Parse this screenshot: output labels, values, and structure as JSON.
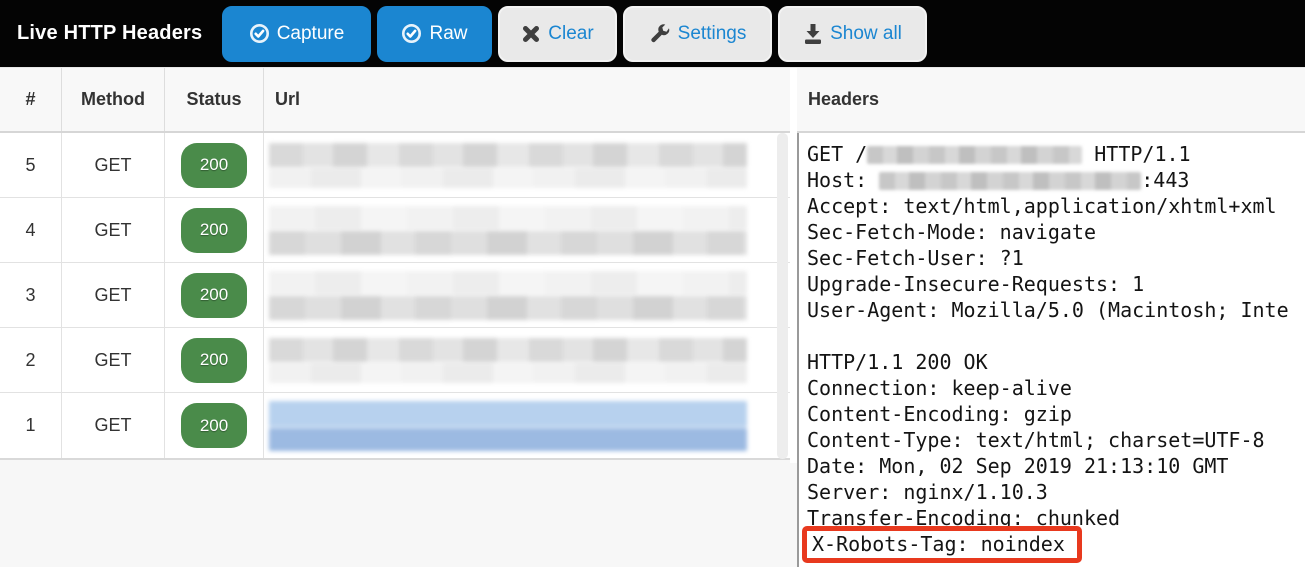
{
  "app": {
    "title": "Live HTTP Headers"
  },
  "toolbar": {
    "buttons": [
      {
        "id": "capture",
        "label": "Capture",
        "style": "primary",
        "icon": "check-circle-icon",
        "active": true
      },
      {
        "id": "raw",
        "label": "Raw",
        "style": "primary",
        "icon": "check-circle-icon",
        "active": true
      },
      {
        "id": "clear",
        "label": "Clear",
        "style": "secondary",
        "icon": "x-icon",
        "active": false
      },
      {
        "id": "settings",
        "label": "Settings",
        "style": "secondary",
        "icon": "wrench-icon",
        "active": false
      },
      {
        "id": "showall",
        "label": "Show all",
        "style": "secondary",
        "icon": "download-icon",
        "active": false
      }
    ]
  },
  "table": {
    "columns": [
      "#",
      "Method",
      "Status",
      "Url"
    ],
    "url_redacted": true,
    "rows": [
      {
        "num": "5",
        "method": "GET",
        "status": "200",
        "selected": false
      },
      {
        "num": "4",
        "method": "GET",
        "status": "200",
        "selected": false
      },
      {
        "num": "3",
        "method": "GET",
        "status": "200",
        "selected": false
      },
      {
        "num": "2",
        "method": "GET",
        "status": "200",
        "selected": false
      },
      {
        "num": "1",
        "method": "GET",
        "status": "200",
        "selected": true
      }
    ]
  },
  "headers_panel": {
    "title": "Headers",
    "lines": [
      {
        "segments": [
          {
            "text": "GET /"
          },
          {
            "redact": 215
          },
          {
            "text": " HTTP/1.1"
          }
        ]
      },
      {
        "segments": [
          {
            "text": "Host: "
          },
          {
            "redact": 262
          },
          {
            "text": ":443"
          }
        ]
      },
      {
        "segments": [
          {
            "text": "Accept: text/html,application/xhtml+xml"
          }
        ]
      },
      {
        "segments": [
          {
            "text": "Sec-Fetch-Mode: navigate"
          }
        ]
      },
      {
        "segments": [
          {
            "text": "Sec-Fetch-User: ?1"
          }
        ]
      },
      {
        "segments": [
          {
            "text": "Upgrade-Insecure-Requests: 1"
          }
        ]
      },
      {
        "segments": [
          {
            "text": "User-Agent: Mozilla/5.0 (Macintosh; Inte"
          }
        ]
      },
      {
        "segments": []
      },
      {
        "segments": [
          {
            "text": "HTTP/1.1 200 OK"
          }
        ]
      },
      {
        "segments": [
          {
            "text": "Connection: keep-alive"
          }
        ]
      },
      {
        "segments": [
          {
            "text": "Content-Encoding: gzip"
          }
        ]
      },
      {
        "segments": [
          {
            "text": "Content-Type: text/html; charset=UTF-8"
          }
        ]
      },
      {
        "segments": [
          {
            "text": "Date: Mon, 02 Sep 2019 21:13:10 GMT"
          }
        ]
      },
      {
        "segments": [
          {
            "text": "Server: nginx/1.10.3"
          }
        ]
      },
      {
        "segments": [
          {
            "text": "Transfer-Encoding: chunked"
          }
        ]
      },
      {
        "segments": [
          {
            "text": "X-Robots-Tag: noindex"
          }
        ],
        "highlight": true
      }
    ]
  },
  "colors": {
    "accent_blue": "#1b86d1",
    "status_green": "#4a8b4a",
    "highlight_red": "#e8391e",
    "selected_row_blue": "#9cbae2",
    "topbar_black": "#040404"
  }
}
